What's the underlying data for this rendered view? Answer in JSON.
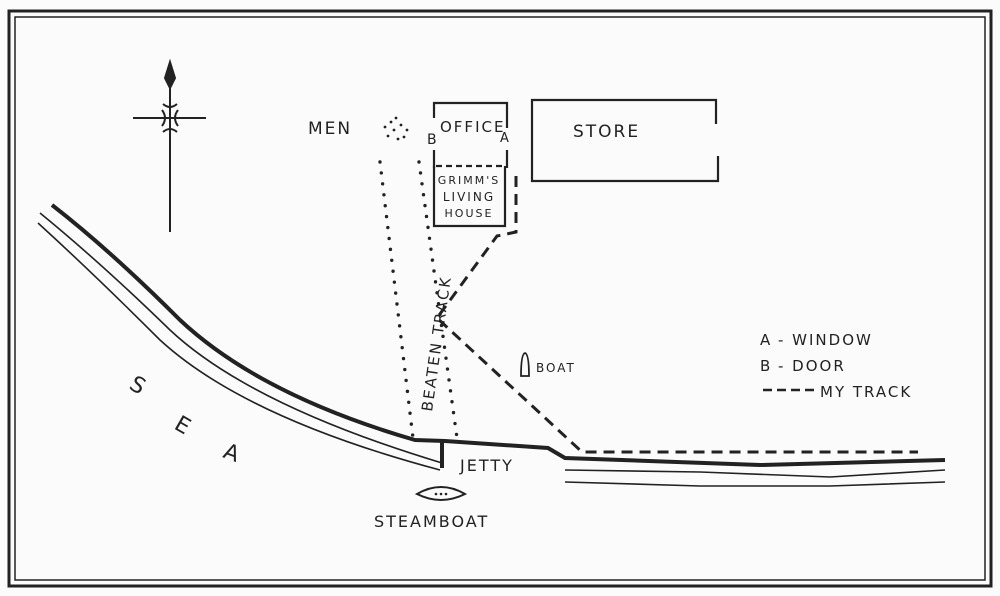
{
  "map": {
    "labels": {
      "men": "MEN",
      "office": "OFFICE",
      "store": "STORE",
      "living_house": [
        "GRIMM'S",
        "LIVING",
        "HOUSE"
      ],
      "door_marker": "B",
      "window_marker": "A",
      "beaten_track": "BEATEN TRACK",
      "boat": "BOAT",
      "jetty": "JETTY",
      "steamboat": "STEAMBOAT",
      "sea": [
        "S",
        "E",
        "A"
      ]
    },
    "legend": [
      {
        "symbol": "A",
        "text": "- WINDOW"
      },
      {
        "symbol": "B",
        "text": "- DOOR"
      },
      {
        "symbol": "dashed-line",
        "text": "MY TRACK"
      }
    ],
    "colors": {
      "ink": "#222222",
      "paper": "#fbfbfb"
    }
  }
}
